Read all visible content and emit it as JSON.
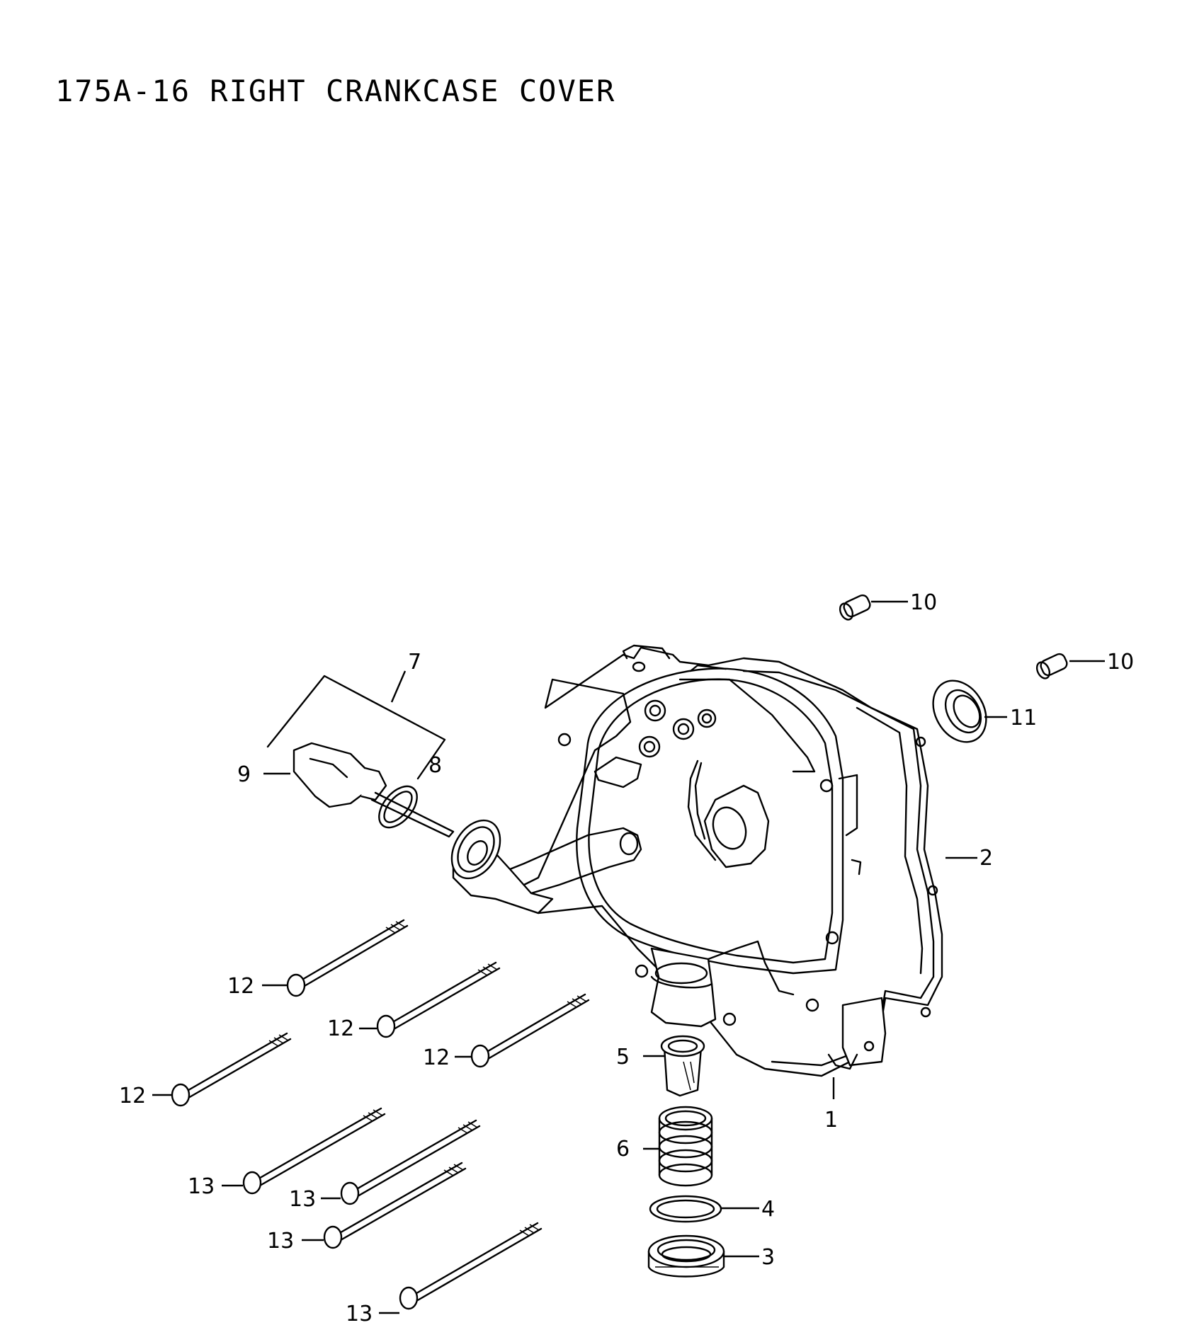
{
  "title": "175A-16 RIGHT CRANKCASE COVER",
  "callouts": {
    "c1": "1",
    "c2": "2",
    "c3": "3",
    "c4": "4",
    "c5": "5",
    "c6": "6",
    "c7": "7",
    "c8": "8",
    "c9": "9",
    "c10a": "10",
    "c10b": "10",
    "c11": "11",
    "c12a": "12",
    "c12b": "12",
    "c12c": "12",
    "c12d": "12",
    "c13a": "13",
    "c13b": "13",
    "c13c": "13",
    "c13d": "13"
  }
}
